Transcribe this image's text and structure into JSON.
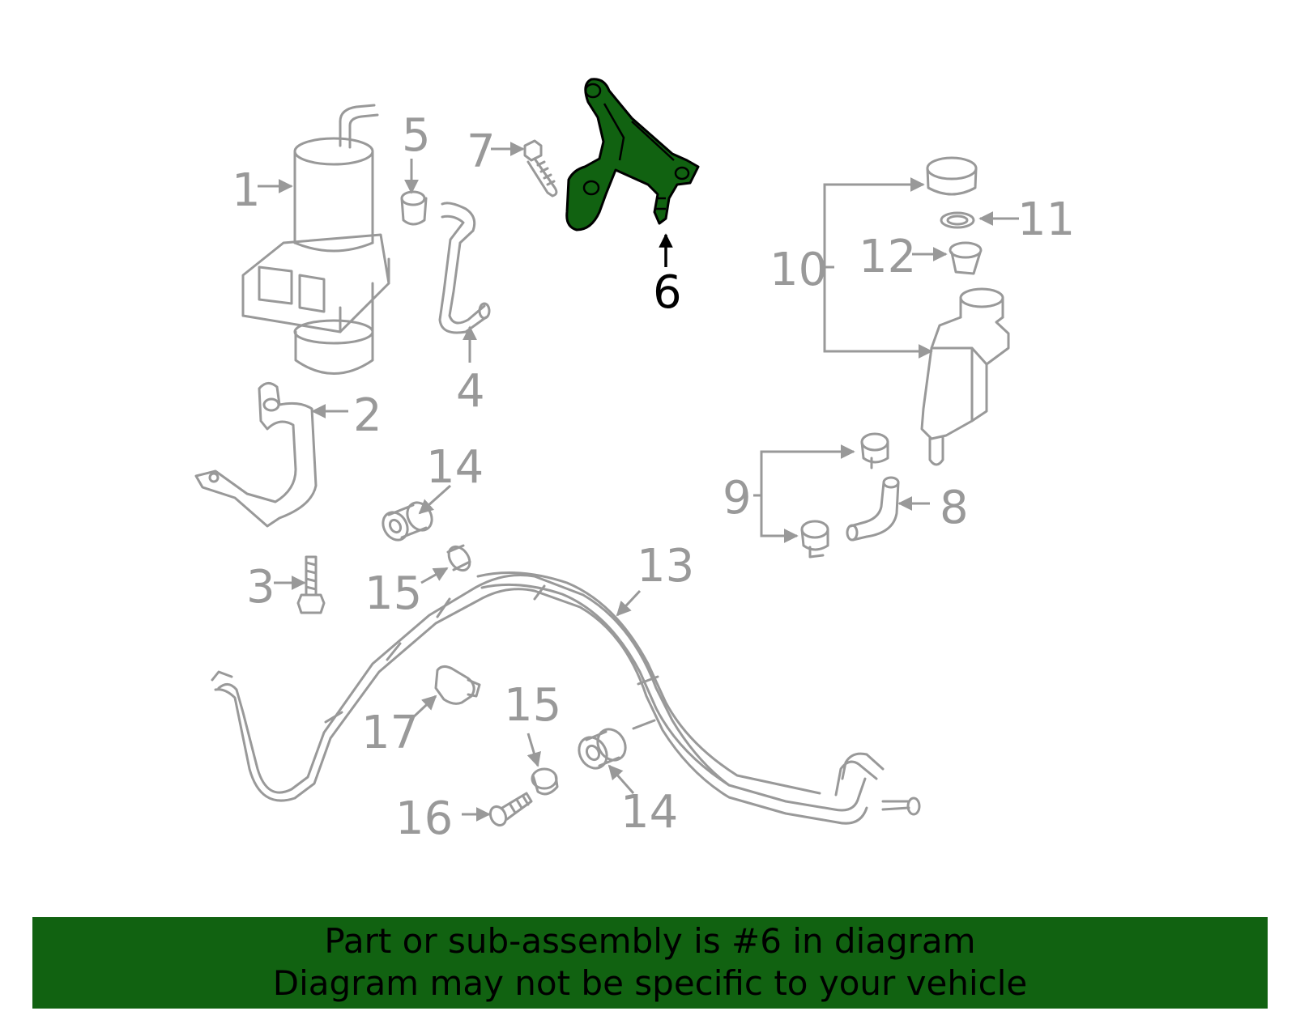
{
  "diagram": {
    "highlight_color": "#116211",
    "part_line_color": "#999999",
    "highlighted_part": "6",
    "callouts": {
      "c1": "1",
      "c2": "2",
      "c3": "3",
      "c4": "4",
      "c5": "5",
      "c6": "6",
      "c7": "7",
      "c8": "8",
      "c9": "9",
      "c10": "10",
      "c11": "11",
      "c12": "12",
      "c13": "13",
      "c14a": "14",
      "c14b": "14",
      "c15a": "15",
      "c15b": "15",
      "c16": "16",
      "c17": "17"
    }
  },
  "banner": {
    "line1": "Part or sub-assembly is #6 in diagram",
    "line2": "Diagram may not be specific to your vehicle"
  }
}
